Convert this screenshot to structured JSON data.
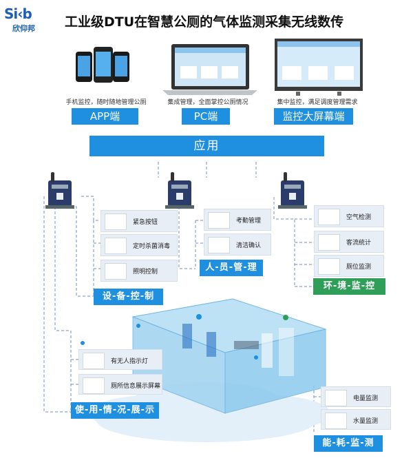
{
  "logo": {
    "mark": "Si‹b",
    "sub": "欣仰邦"
  },
  "title": "工业级DTU在智慧公厕的气体监测采集无线数传",
  "ends": [
    {
      "caption": "手机监控，随时随地管理公厕",
      "label": "APP端",
      "icon": "phone-icon"
    },
    {
      "caption": "集成管理，全面掌控公厕情况",
      "label": "PC端",
      "icon": "laptop-icon"
    },
    {
      "caption": "集中监控，满足调度管理需求",
      "label": "监控大屏幕端",
      "icon": "monitor-icon"
    }
  ],
  "app_bar": "应用",
  "groups": {
    "equipment": {
      "title": "设-备-控-制",
      "items": [
        "紧急按钮",
        "定时杀菌消毒",
        "照明控制"
      ]
    },
    "staff": {
      "title": "人-员-管-理",
      "items": [
        "考勤管理",
        "清洁确认"
      ]
    },
    "environment": {
      "title": "环-境-监-控",
      "items": [
        "空气检测",
        "客流统计",
        "厕位监测"
      ]
    },
    "usage": {
      "title": "使-用-情-况-展-示",
      "items": [
        "有无人指示灯",
        "厕所信息展示屏幕"
      ]
    },
    "energy": {
      "title": "能-耗-监-测",
      "items": [
        "电量监测",
        "水量监测"
      ]
    }
  },
  "colors": {
    "accent_blue": "#1e90df",
    "accent_green": "#2e9e59",
    "device": "#2b3c6b"
  }
}
